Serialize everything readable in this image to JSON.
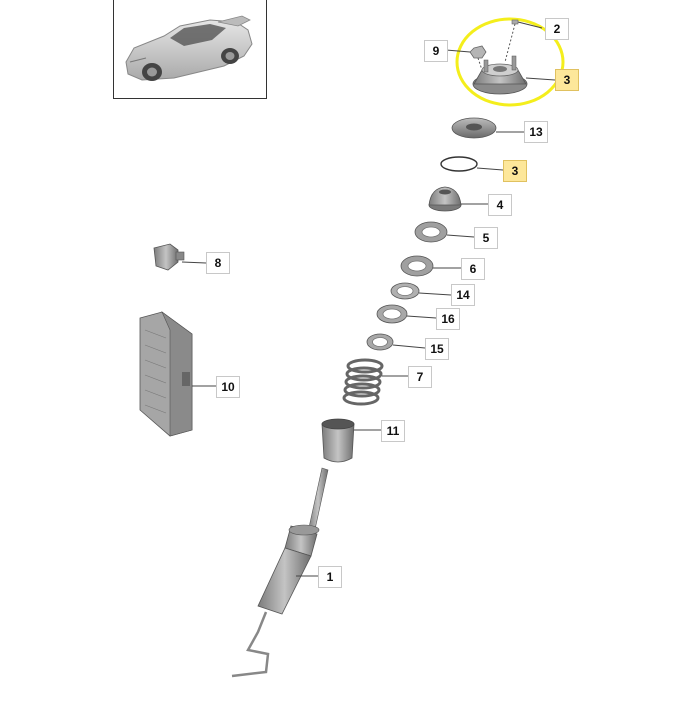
{
  "diagram": {
    "highlight_color": "#f4ee1c",
    "callout_highlight_bg": "#fde79a",
    "part_color": "#9a9a9a",
    "callouts": [
      {
        "id": "c2",
        "label": "2",
        "highlighted": false
      },
      {
        "id": "c9",
        "label": "9",
        "highlighted": false
      },
      {
        "id": "c3a",
        "label": "3",
        "highlighted": true
      },
      {
        "id": "c13",
        "label": "13",
        "highlighted": false
      },
      {
        "id": "c3b",
        "label": "3",
        "highlighted": true
      },
      {
        "id": "c4",
        "label": "4",
        "highlighted": false
      },
      {
        "id": "c5",
        "label": "5",
        "highlighted": false
      },
      {
        "id": "c6",
        "label": "6",
        "highlighted": false
      },
      {
        "id": "c14",
        "label": "14",
        "highlighted": false
      },
      {
        "id": "c16",
        "label": "16",
        "highlighted": false
      },
      {
        "id": "c15",
        "label": "15",
        "highlighted": false
      },
      {
        "id": "c7",
        "label": "7",
        "highlighted": false
      },
      {
        "id": "c8",
        "label": "8",
        "highlighted": false
      },
      {
        "id": "c10",
        "label": "10",
        "highlighted": false
      },
      {
        "id": "c11",
        "label": "11",
        "highlighted": false
      },
      {
        "id": "c1",
        "label": "1",
        "highlighted": false
      }
    ]
  }
}
